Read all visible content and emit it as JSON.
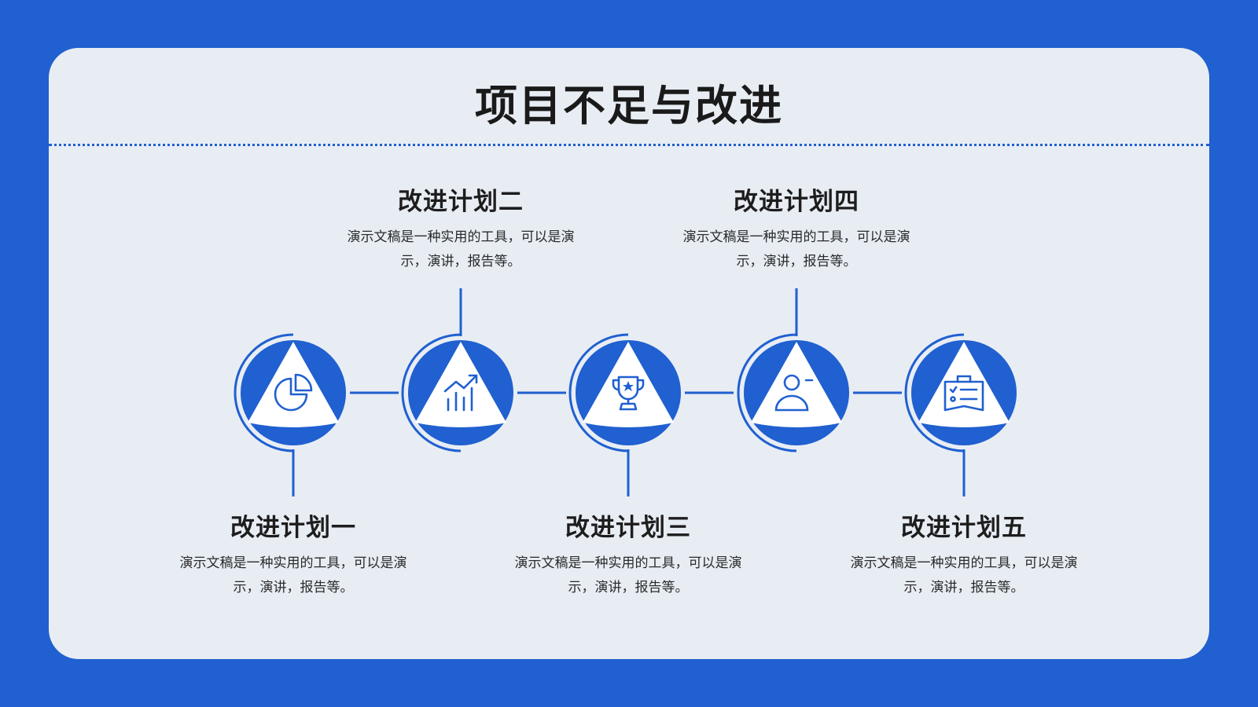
{
  "title": "项目不足与改进",
  "colors": {
    "accent": "#2060d0",
    "card": "#e8edf4",
    "text": "#1a1a1a"
  },
  "plans": [
    {
      "heading": "改进计划一",
      "description": "演示文稿是一种实用的工具，可以是演示，演讲，报告等。",
      "icon": "pie-chart-icon"
    },
    {
      "heading": "改进计划二",
      "description": "演示文稿是一种实用的工具，可以是演示，演讲，报告等。",
      "icon": "growth-chart-icon"
    },
    {
      "heading": "改进计划三",
      "description": "演示文稿是一种实用的工具，可以是演示，演讲，报告等。",
      "icon": "trophy-icon"
    },
    {
      "heading": "改进计划四",
      "description": "演示文稿是一种实用的工具，可以是演示，演讲，报告等。",
      "icon": "user-remove-icon"
    },
    {
      "heading": "改进计划五",
      "description": "演示文稿是一种实用的工具，可以是演示，演讲，报告等。",
      "icon": "clipboard-checklist-icon"
    }
  ]
}
